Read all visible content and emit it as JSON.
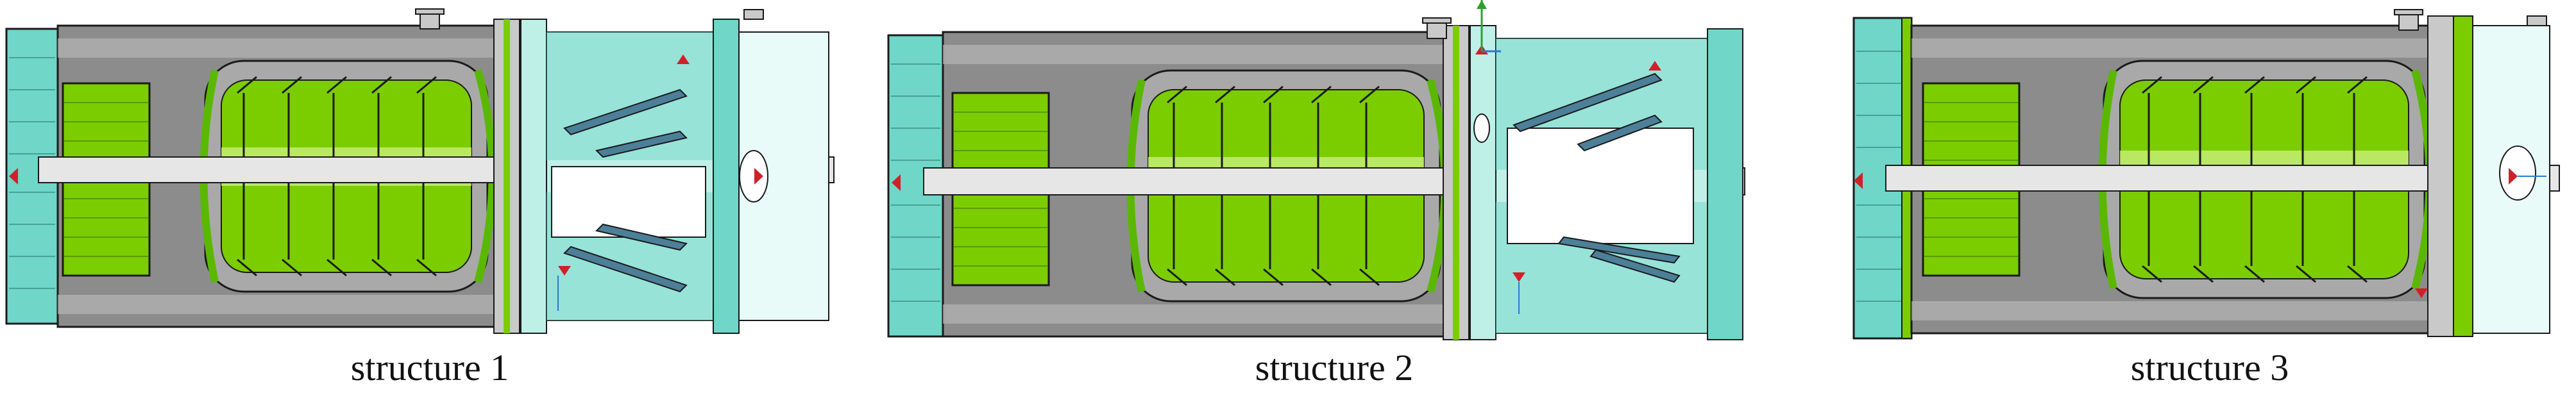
{
  "panels": [
    {
      "caption": "structure 1"
    },
    {
      "caption": "structure 2"
    },
    {
      "caption": "structure 3"
    }
  ],
  "colors": {
    "background": "#ffffff",
    "outline": "#1a1a1a",
    "housing_gray": "#8c8c8c",
    "housing_gray_light": "#c9c9c9",
    "rotor_green": "#7ccd00",
    "rotor_green_light": "#c8ef7a",
    "stator_green": "#5bb800",
    "endcap_teal": "#6fd6c8",
    "chamber_teal": "#bff0e8",
    "blade_blue": "#4d7f99",
    "marker_red": "#d0202a",
    "axis_blue": "#2a7ad0",
    "axis_green": "#2ca02c"
  },
  "icons": [
    "force-marker-icon",
    "axis-arrow-icon"
  ]
}
